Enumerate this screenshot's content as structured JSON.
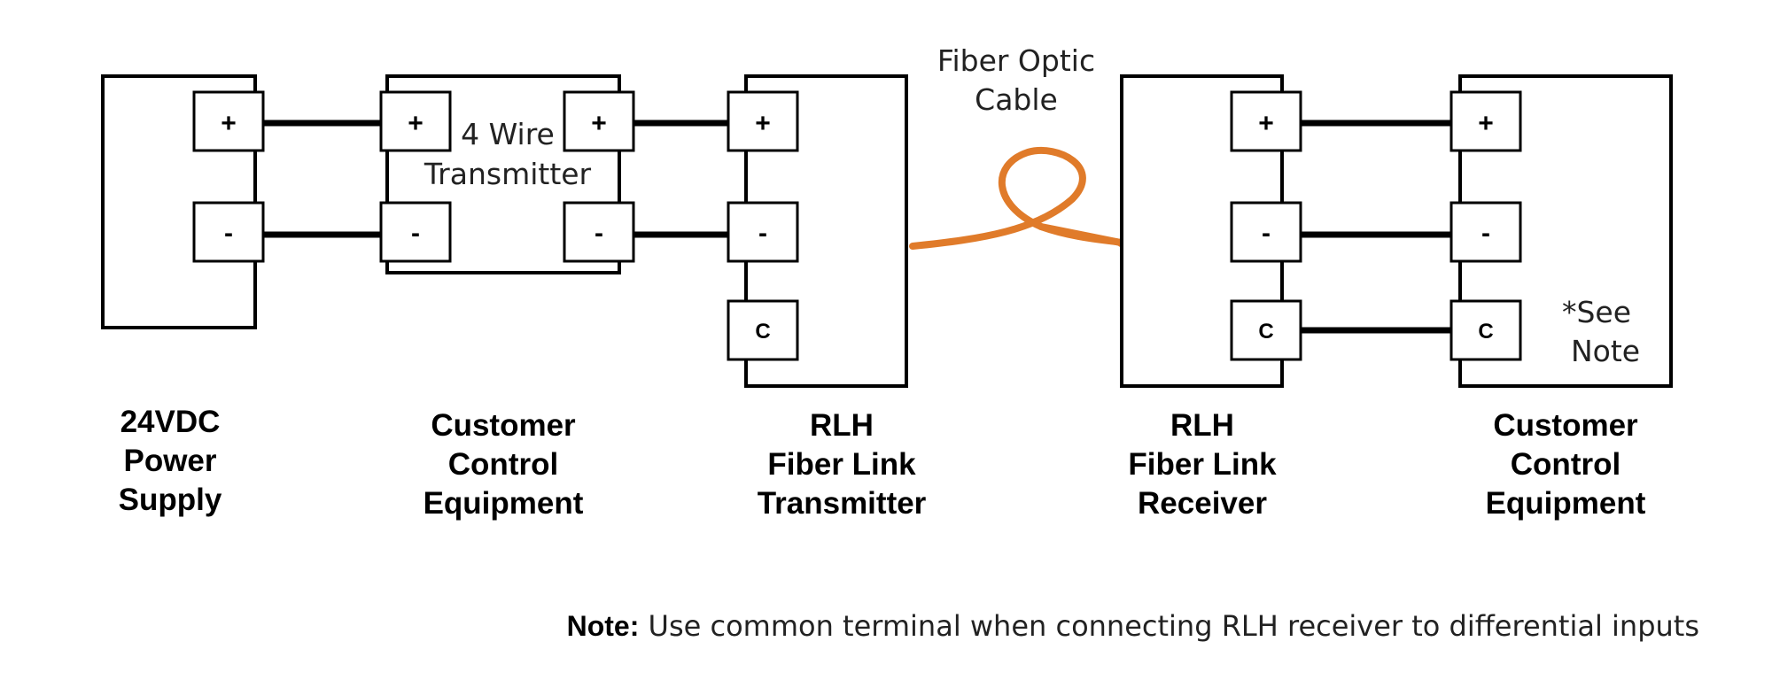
{
  "colors": {
    "line": "#000000",
    "fiber": "#E07B2A",
    "background": "#FFFFFF"
  },
  "terminals": {
    "plus": "+",
    "minus": "-",
    "common": "C"
  },
  "fiber_label": [
    "Fiber Optic",
    "Cable"
  ],
  "transmitter_inner_label": [
    "4 Wire",
    "Transmitter"
  ],
  "see_note_label": [
    "*See",
    "Note"
  ],
  "blocks": {
    "power_supply": [
      "24VDC",
      "Power",
      "Supply"
    ],
    "customer_left": [
      "Customer",
      "Control",
      "Equipment"
    ],
    "rlh_transmitter": [
      "RLH",
      "Fiber Link",
      "Transmitter"
    ],
    "rlh_receiver": [
      "RLH",
      "Fiber Link",
      "Receiver"
    ],
    "customer_right": [
      "Customer",
      "Control",
      "Equipment"
    ]
  },
  "note": {
    "prefix": "Note:",
    "text": " Use common terminal when connecting RLH receiver to differential inputs"
  }
}
